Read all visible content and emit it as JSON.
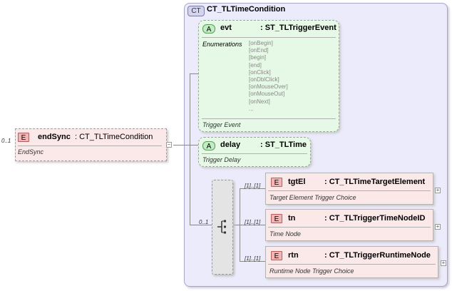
{
  "complex_type": {
    "tag": "CT",
    "name": "CT_TLTimeCondition"
  },
  "root": {
    "cardinality": "0..1",
    "tag": "E",
    "name": "endSync",
    "type": ": CT_TLTimeCondition",
    "description": "EndSync",
    "expander": "−"
  },
  "attributes": [
    {
      "tag": "A",
      "name": "evt",
      "type": ": ST_TLTriggerEvent",
      "enum_label": "Enumerations",
      "enums": [
        "[onBegin]",
        "[onEnd]",
        "[begin]",
        "[end]",
        "[onClick]",
        "[onDblClick]",
        "[onMouseOver]",
        "[onMouseOut]",
        "[onNext]",
        "..."
      ],
      "description": "Trigger Event"
    },
    {
      "tag": "A",
      "name": "delay",
      "type": ": ST_TLTime",
      "description": "Trigger Delay"
    }
  ],
  "choice": {
    "cardinality": "0..1"
  },
  "children": [
    {
      "tag": "E",
      "name": "tgtEl",
      "type": ": CT_TLTimeTargetElement",
      "description": "Target Element Trigger Choice",
      "cardinality": "[1]..[1]",
      "expander": "+"
    },
    {
      "tag": "E",
      "name": "tn",
      "type": ": CT_TLTriggerTimeNodeID",
      "description": "Time Node",
      "cardinality": "[1]..[1]",
      "expander": "+"
    },
    {
      "tag": "E",
      "name": "rtn",
      "type": ": CT_TLTriggerRuntimeNode",
      "description": "Runtime Node Trigger Choice",
      "cardinality": "[1]..[1]",
      "expander": "+"
    }
  ]
}
